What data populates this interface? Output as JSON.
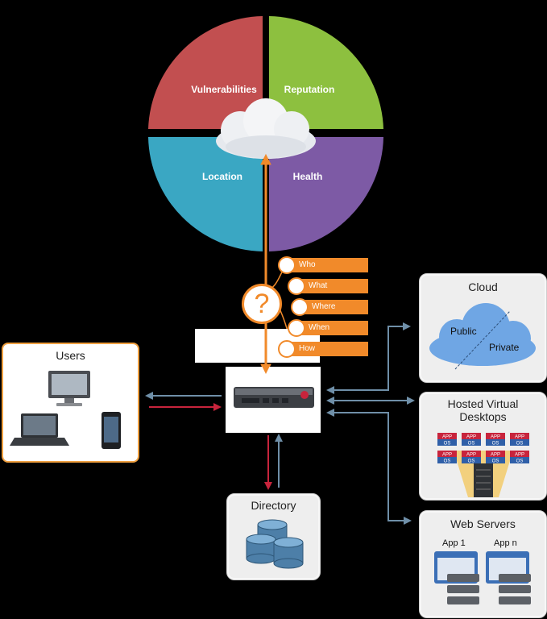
{
  "wheel": {
    "quadrants": [
      {
        "label": "Vulnerabilities",
        "color": "#c24f50"
      },
      {
        "label": "Reputation",
        "color": "#8dc03f"
      },
      {
        "label": "Location",
        "color": "#3aa7c3"
      },
      {
        "label": "Health",
        "color": "#7d5aa5"
      }
    ]
  },
  "context_tags": [
    "Who",
    "What",
    "Where",
    "When",
    "How"
  ],
  "question_mark": "?",
  "users": {
    "title": "Users"
  },
  "cloud": {
    "title": "Cloud",
    "public": "Public",
    "private": "Private"
  },
  "hvd": {
    "title": "Hosted Virtual Desktops",
    "app": "APP",
    "os": "OS"
  },
  "directory": {
    "title": "Directory"
  },
  "web_servers": {
    "title": "Web Servers",
    "app1": "App 1",
    "appn": "App n"
  },
  "colors": {
    "accent": "#f18a2a",
    "arrow_blue": "#6f8fa8",
    "arrow_red": "#c8243c"
  }
}
